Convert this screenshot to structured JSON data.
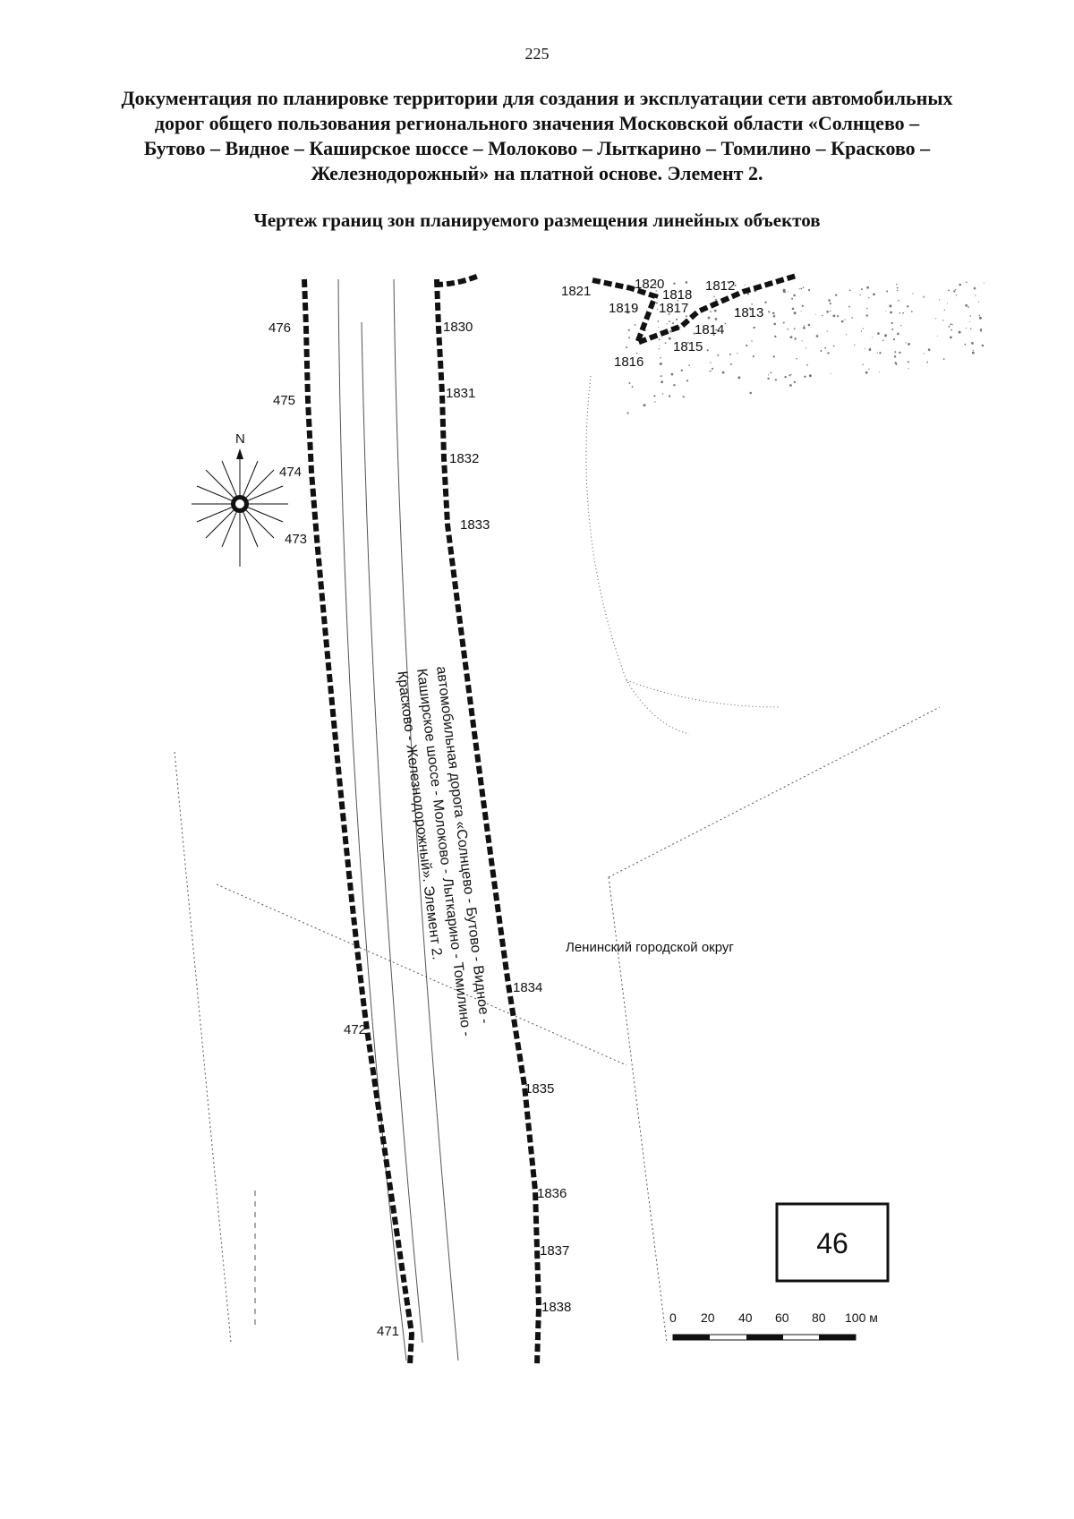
{
  "page_number": "225",
  "title_lines": [
    "Документация по планировке территории для создания и эксплуатации сети автомобильных",
    "дорог общего пользования регионального значения Московской области «Солнцево –",
    "Бутово – Видное – Каширское шоссе – Молоково – Лыткарино – Томилино – Красково –",
    "Железнодорожный» на платной основе. Элемент 2."
  ],
  "subtitle": "Чертеж границ зон планируемого размещения линейных объектов",
  "compass": {
    "north_label": "N"
  },
  "left_boundary_points": [
    "476",
    "475",
    "474",
    "473",
    "472",
    "471"
  ],
  "right_boundary_points": [
    "1830",
    "1831",
    "1832",
    "1833",
    "1834",
    "1835",
    "1836",
    "1837",
    "1838"
  ],
  "top_cluster_points": [
    "1821",
    "1820",
    "1818",
    "1812",
    "1813",
    "1819",
    "1817",
    "1814",
    "1815",
    "1816"
  ],
  "road_label_lines": [
    "автомобильная дорога «Солнцево - Бутово - Видное -",
    "Каширское шоссе - Молоково - Лыткарино - Томилино -",
    "Красково - Железнодорожный». Элемент 2."
  ],
  "district_label": "Ленинский городской округ",
  "sheet_number": "46",
  "scale_bar": {
    "labels": [
      "0",
      "20",
      "40",
      "60",
      "80",
      "100 м"
    ]
  }
}
